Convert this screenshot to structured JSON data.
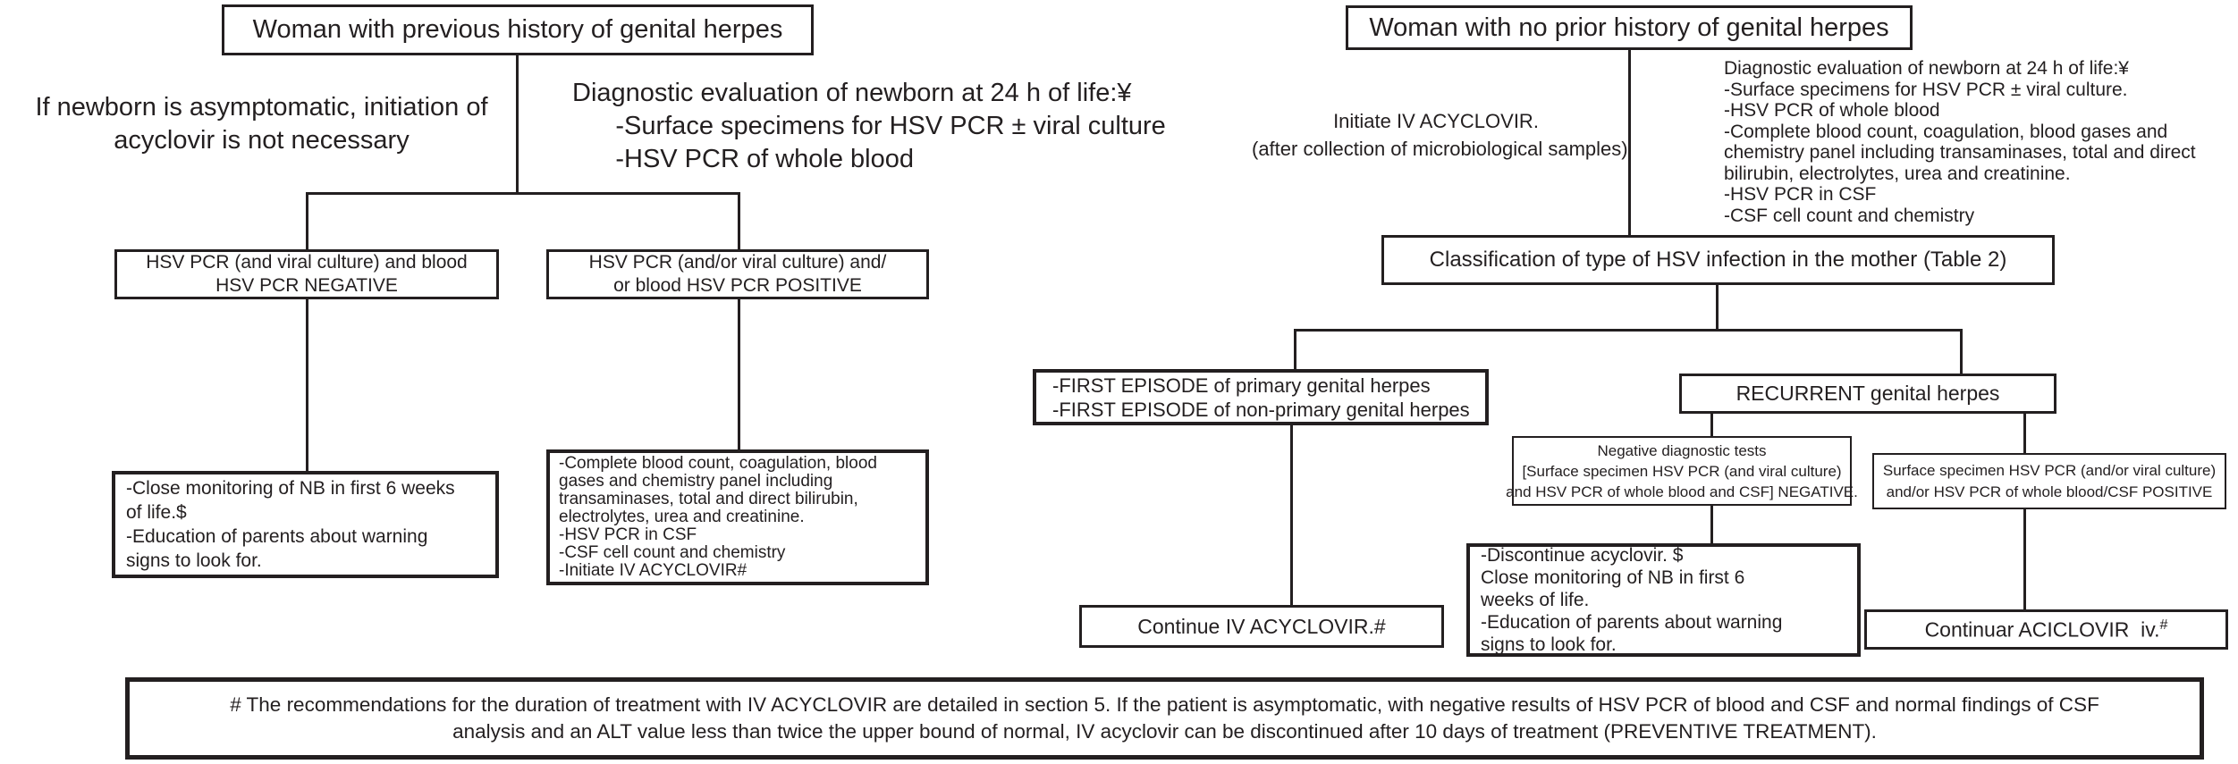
{
  "colors": {
    "text": "#231f20",
    "line": "#231f20",
    "background": "#ffffff"
  },
  "left": {
    "root": "Woman with previous history of genital herpes",
    "asymptomatic_note": "If newborn is asymptomatic, initiation of\nacyclovir is not necessary",
    "diagnostic_note": "Diagnostic evaluation of newborn at 24 h of life:¥\n      -Surface specimens for HSV PCR ± viral culture\n      -HSV PCR of whole blood",
    "pcr_negative": "HSV PCR (and viral culture) and blood\nHSV PCR NEGATIVE",
    "pcr_positive": "HSV PCR (and/or viral culture) and/\nor blood HSV PCR POSITIVE",
    "negative_outcome": "-Close monitoring of NB in first 6 weeks\nof life.$\n-Education of parents about warning\nsigns to look for.",
    "positive_outcome": "-Complete blood count, coagulation, blood\ngases and chemistry panel including\ntransaminases, total and direct bilirubin,\nelectrolytes, urea and creatinine.\n-HSV PCR in CSF\n-CSF cell count and chemistry\n-Initiate IV ACYCLOVIR#"
  },
  "right": {
    "root": "Woman with no prior history of genital herpes",
    "initiate_note": "Initiate IV ACYCLOVIR.\n(after collection of microbiological samples)",
    "diagnostic_note": "Diagnostic evaluation of newborn at 24 h of life:¥\n-Surface specimens for HSV PCR ± viral culture.\n-HSV PCR of whole blood\n-Complete blood count, coagulation, blood gases and\nchemistry panel including transaminases, total and direct\nbilirubin, electrolytes, urea and creatinine.\n-HSV PCR in CSF\n-CSF cell count and chemistry",
    "classification": "Classification of type of HSV infection in the mother (Table 2)",
    "first_episode": "-FIRST EPISODE of primary genital herpes\n-FIRST EPISODE of non-primary genital herpes",
    "recurrent": "RECURRENT genital herpes",
    "tests_negative": "Negative diagnostic tests\n[Surface specimen HSV PCR (and viral culture)\nand HSV PCR of whole blood and CSF] NEGATIVE.",
    "tests_positive": "Surface specimen HSV PCR (and/or viral culture)\nand/or HSV PCR of whole blood/CSF POSITIVE",
    "continue_acyclovir": "Continue IV ACYCLOVIR.#",
    "discontinue_outcome": "-Discontinue acyclovir. $\nClose monitoring of NB in first 6\nweeks of life.\n-Education of parents about warning\nsigns to look for.",
    "continuar_text": "Continuar ACICLOVIR  iv.",
    "continuar_sup": "#"
  },
  "footnote": "# The recommendations for the duration of treatment with IV ACYCLOVIR are detailed in section 5. If the patient is asymptomatic, with negative results of HSV PCR of blood and CSF and normal findings of CSF\nanalysis and an ALT value less than twice the upper bound of normal, IV acyclovir can be discontinued after 10 days of treatment (PREVENTIVE TREATMENT)."
}
